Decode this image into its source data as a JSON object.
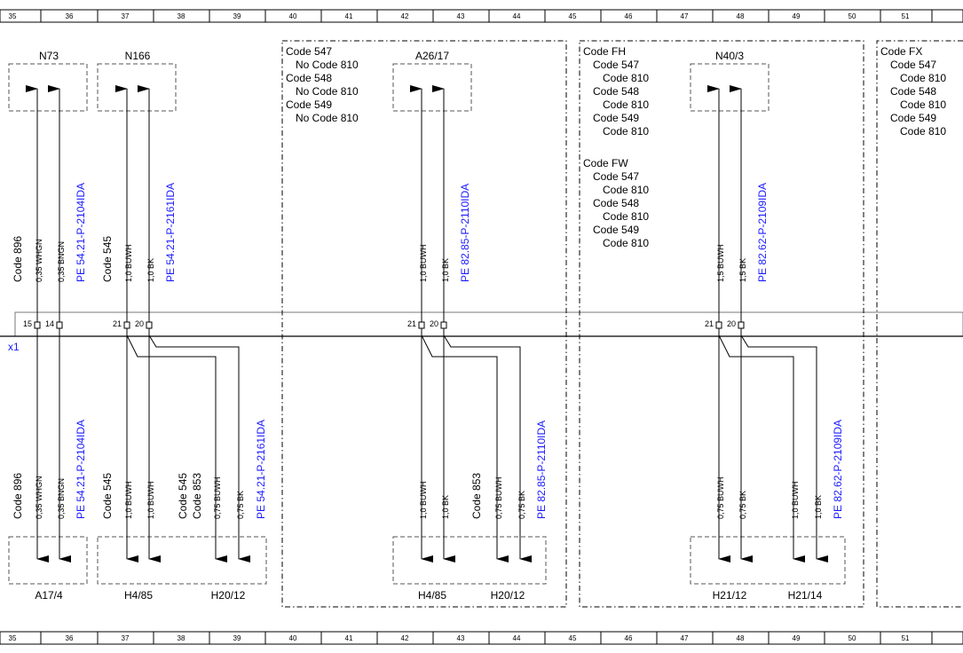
{
  "ruler": {
    "numbers": [
      "35",
      "36",
      "37",
      "38",
      "39",
      "40",
      "41",
      "42",
      "43",
      "44",
      "45",
      "46",
      "47",
      "48",
      "49",
      "50",
      "51"
    ]
  },
  "connector": {
    "label": "x1"
  },
  "sections": {
    "left": {
      "components": {
        "n73": "N73",
        "n166": "N166",
        "a17_4": "A17/4",
        "h4_85": "H4/85",
        "h20_12": "H20/12"
      },
      "codes": {
        "top_896": "Code 896",
        "top_545": "Code 545",
        "bot_896": "Code 896",
        "bot_545": "Code 545",
        "bot_545b": "Code 545",
        "bot_853": "Code 853"
      },
      "wires": {
        "top_whgn": "0,35 WHGN",
        "top_bngn": "0,35 BNGN",
        "top_buwh": "1,0 BUWH",
        "top_bk": "1,0 BK",
        "bot_whgn": "0,35 WHGN",
        "bot_bngn": "0,35 BNGN",
        "bot_buwh": "1,0 BUWH",
        "bot_buwh2": "1,0 BUWH",
        "bot_buwh3": "0,75 BUWH",
        "bot_bk": "0,75 BK"
      },
      "refs": {
        "top_2104": "PE 54.21-P-2104IDA",
        "top_2161": "PE 54.21-P-2161IDA",
        "bot_2104": "PE 54.21-P-2104IDA",
        "bot_2161": "PE 54.21-P-2161IDA"
      },
      "pins": {
        "p15": "15",
        "p14": "14",
        "p21": "21",
        "p20": "20"
      }
    },
    "s2": {
      "conditions": [
        "Code 547",
        "No  Code 810",
        "Code 548",
        "No  Code 810",
        "Code 549",
        "No  Code 810"
      ],
      "components": {
        "top": "A26/17",
        "bot1": "H4/85",
        "bot2": "H20/12"
      },
      "wires": {
        "top_buwh": "1,0 BUWH",
        "top_bk": "1,0 BK",
        "bot_buwh": "1,0 BUWH",
        "bot_bk": "1,0 BK",
        "bot_buwh2": "0,75 BUWH",
        "bot_bk2": "0,75 BK"
      },
      "codes": {
        "bot_853": "Code 853"
      },
      "refs": {
        "top": "PE 82.85-P-2110IDA",
        "bot": "PE 82.85-P-2110IDA"
      },
      "pins": {
        "p21": "21",
        "p20": "20"
      }
    },
    "s3": {
      "conditions_fh": [
        "Code FH",
        "Code 547",
        "Code 810",
        "Code 548",
        "Code 810",
        "Code 549",
        "Code 810"
      ],
      "conditions_fw": [
        "Code FW",
        "Code 547",
        "Code 810",
        "Code 548",
        "Code 810",
        "Code 549",
        "Code 810"
      ],
      "components": {
        "top": "N40/3",
        "bot1": "H21/12",
        "bot2": "H21/14"
      },
      "wires": {
        "top_buwh": "1,5 BUWH",
        "top_bk": "1,5 BK",
        "bot_buwh": "0,75 BUWH",
        "bot_bk": "0,75 BK",
        "bot_buwh2": "1,0 BUWH",
        "bot_bk2": "1,0 BK"
      },
      "refs": {
        "top": "PE 82.62-P-2109IDA",
        "bot": "PE 82.62-P-2109IDA"
      },
      "pins": {
        "p21": "21",
        "p20": "20"
      }
    },
    "s4": {
      "conditions": [
        "Code FX",
        "Code 547",
        "Code 810",
        "Code 548",
        "Code 810",
        "Code 549",
        "Code 810"
      ]
    }
  },
  "colors": {
    "line": "#000000",
    "reference": "#1a1aff",
    "dash": "#555555"
  }
}
